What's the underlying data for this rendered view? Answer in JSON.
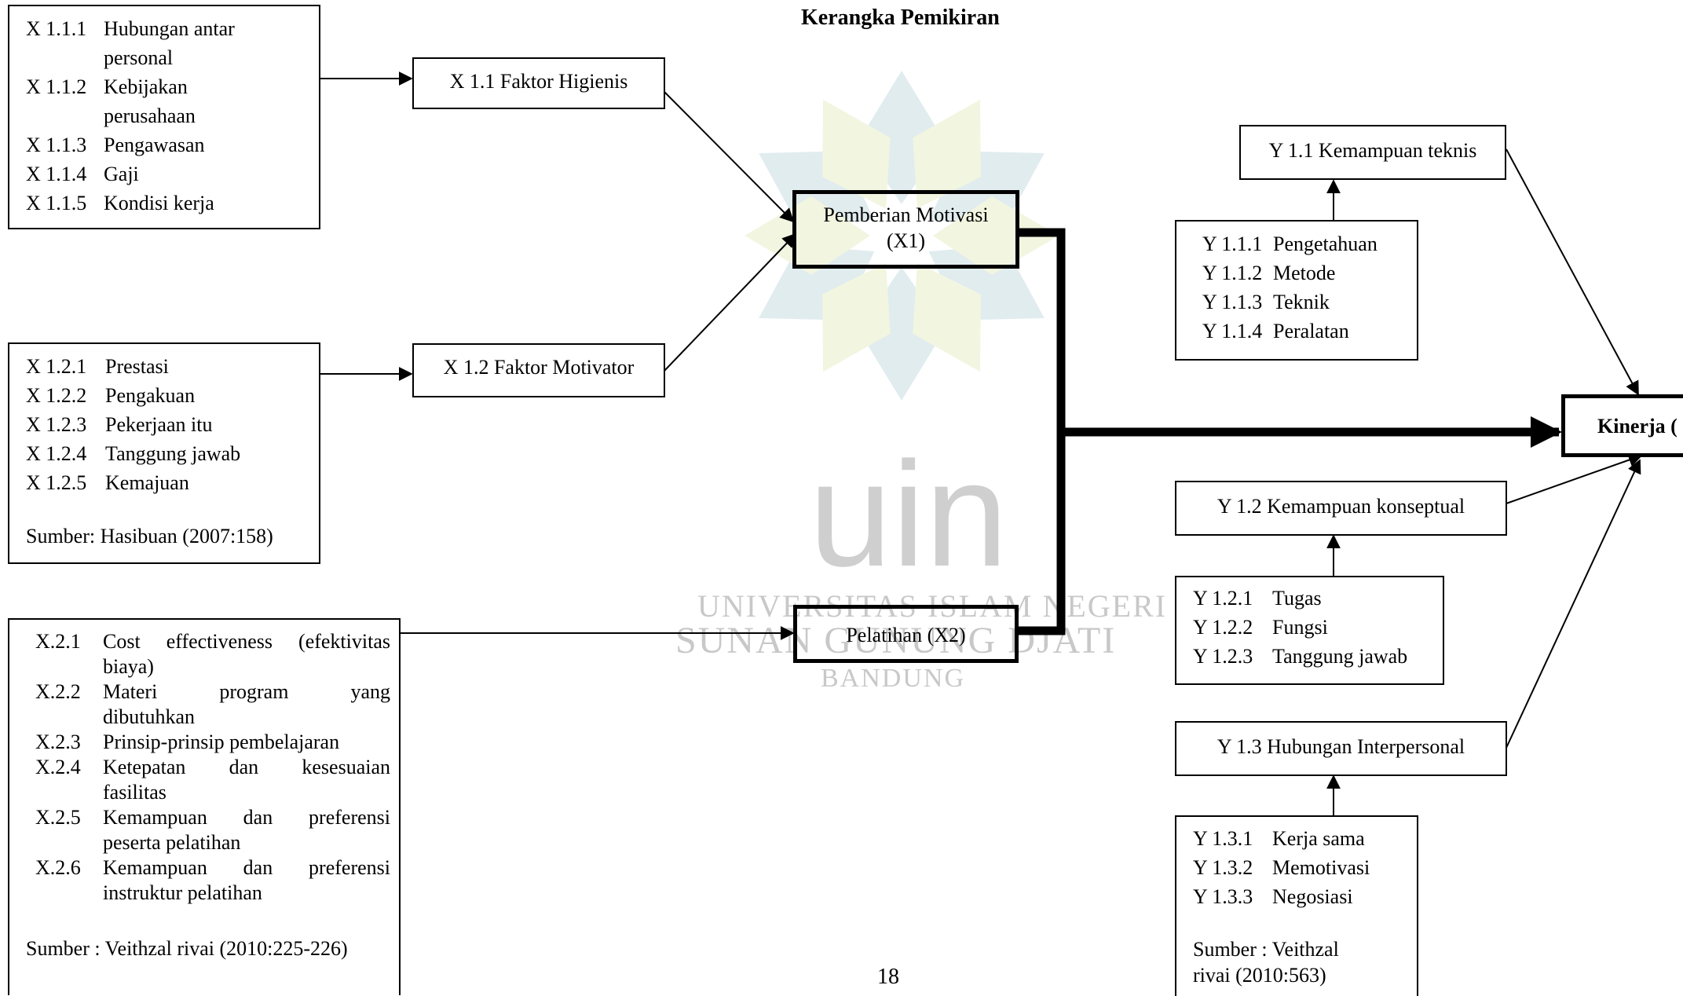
{
  "title": "Kerangka Pemikiran",
  "page_number": "18",
  "watermark": {
    "logo_text": "uin",
    "line1": "UNIVERSITAS ISLAM NEGERI",
    "line2": "SUNAN GUNUNG DJATI",
    "line3": "BANDUNG"
  },
  "x11_indicators": [
    {
      "code": "X 1.1.1",
      "text": "Hubungan antar",
      "cont": "personal"
    },
    {
      "code": "X 1.1.2",
      "text": "Kebijakan",
      "cont": "perusahaan"
    },
    {
      "code": "X 1.1.3",
      "text": "Pengawasan"
    },
    {
      "code": "X 1.1.4",
      "text": "Gaji"
    },
    {
      "code": "X 1.1.5",
      "text": "Kondisi kerja"
    }
  ],
  "x12_indicators": [
    {
      "code": "X 1.2.1",
      "text": "Prestasi"
    },
    {
      "code": "X 1.2.2",
      "text": "Pengakuan"
    },
    {
      "code": "X 1.2.3",
      "text": "Pekerjaan itu"
    },
    {
      "code": "X 1.2.4",
      "text": "Tanggung jawab"
    },
    {
      "code": "X 1.2.5",
      "text": "Kemajuan"
    }
  ],
  "x12_source": "Sumber: Hasibuan (2007:158)",
  "x2_indicators": [
    {
      "code": "X.2.1",
      "text": "Cost effectiveness (efektivitas",
      "cont": "biaya)"
    },
    {
      "code": "X.2.2",
      "text": "Materi program yang",
      "cont": "dibutuhkan"
    },
    {
      "code": "X.2.3",
      "text": "Prinsip-prinsip pembelajaran"
    },
    {
      "code": "X.2.4",
      "text": "Ketepatan dan kesesuaian",
      "cont": "fasilitas"
    },
    {
      "code": "X.2.5",
      "text": "Kemampuan dan preferensi",
      "cont": "peserta pelatihan"
    },
    {
      "code": "X.2.6",
      "text": "Kemampuan dan preferensi",
      "cont": "instruktur pelatihan"
    }
  ],
  "x2_source": "Sumber : Veithzal rivai (2010:225-226)",
  "factor_x11": "X 1.1 Faktor Higienis",
  "factor_x12": "X 1.2 Faktor Motivator",
  "motivasi_line1": "Pemberian Motivasi",
  "motivasi_line2": "(X1)",
  "pelatihan": "Pelatihan (X2)",
  "kinerja": "Kinerja (",
  "y11": "Y 1.1 Kemampuan teknis",
  "y11_indicators": [
    {
      "code": "Y 1.1.1",
      "text": "Pengetahuan"
    },
    {
      "code": "Y 1.1.2",
      "text": "Metode"
    },
    {
      "code": "Y 1.1.3",
      "text": "Teknik"
    },
    {
      "code": "Y 1.1.4",
      "text": "Peralatan"
    }
  ],
  "y12": "Y 1.2 Kemampuan konseptual",
  "y12_indicators": [
    {
      "code": "Y 1.2.1",
      "text": "Tugas"
    },
    {
      "code": "Y 1.2.2",
      "text": "Fungsi"
    },
    {
      "code": "Y 1.2.3",
      "text": "Tanggung jawab"
    }
  ],
  "y13": "Y 1.3 Hubungan Interpersonal",
  "y13_indicators": [
    {
      "code": "Y 1.3.1",
      "text": "Kerja sama"
    },
    {
      "code": "Y 1.3.2",
      "text": "Memotivasi"
    },
    {
      "code": "Y 1.3.3",
      "text": "Negosiasi"
    }
  ],
  "y_source_line1": "Sumber : Veithzal",
  "y_source_line2": "rivai (2010:563)"
}
